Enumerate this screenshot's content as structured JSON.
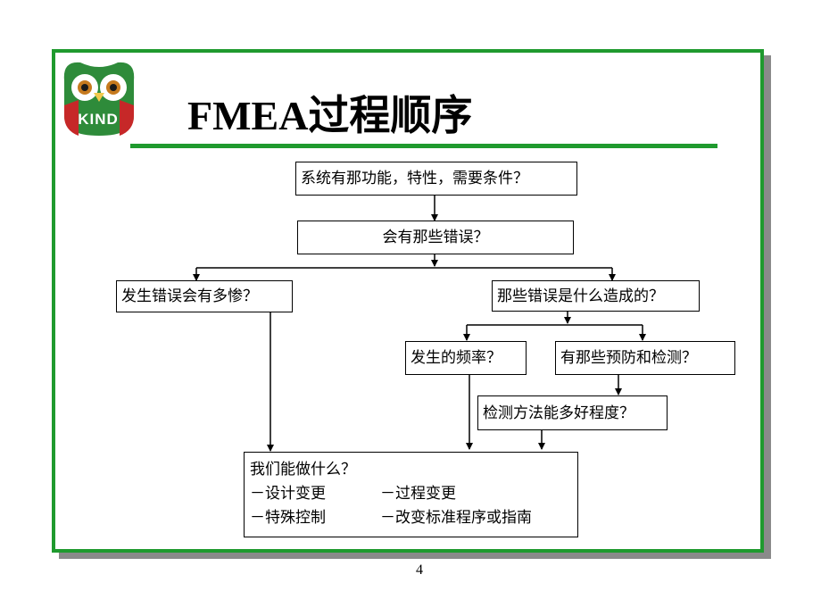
{
  "slide": {
    "title": "FMEA过程顺序",
    "logo_text": "KIND",
    "page_number": "4"
  },
  "flow": {
    "q1": "系统有那功能，特性，需要条件？",
    "q2": "会有那些错误？",
    "q3_left": "发生错误会有多惨？",
    "q3_right": "那些错误是什么造成的？",
    "q4_freq": "发生的频率？",
    "q4_prevent": "有那些预防和检测？",
    "q5_detect": "检测方法能多好程度？",
    "actions": {
      "heading": "我们能做什么？",
      "items": [
        "－设计变更",
        "－过程变更",
        "－特殊控制",
        "－改变标准程序或指南"
      ]
    }
  },
  "colors": {
    "frame": "#1f9a2e",
    "logo_green": "#2e8b3a",
    "logo_red": "#c62828"
  },
  "icons": [
    "owl-logo-icon"
  ]
}
